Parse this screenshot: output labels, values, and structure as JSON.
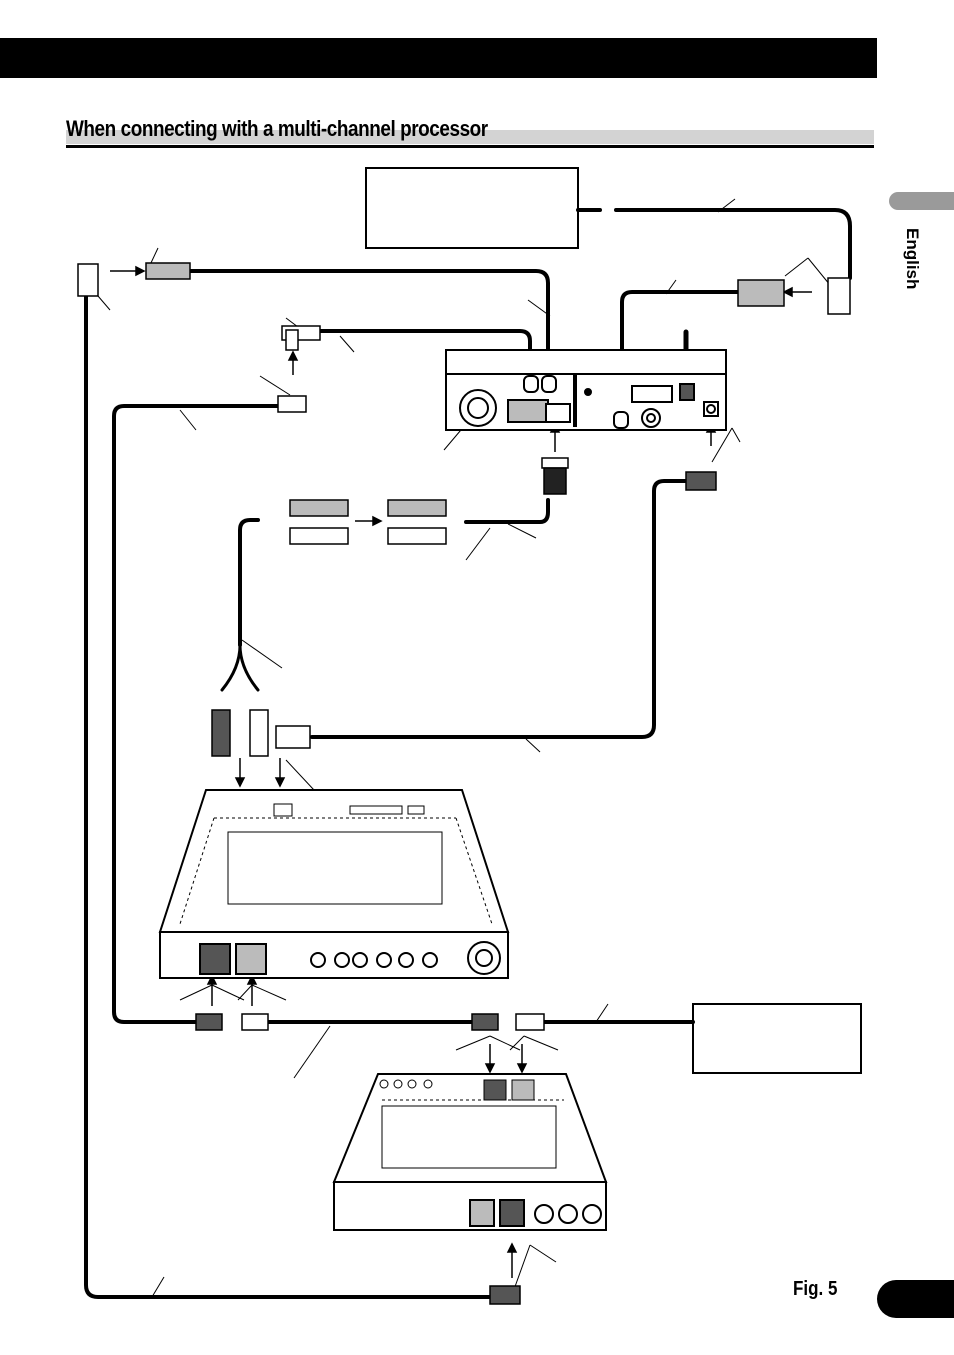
{
  "page": {
    "section_title": "When connecting with a multi-channel processor",
    "language_tab": "English",
    "figure_label": "Fig. 5"
  },
  "colors": {
    "ink": "#000000",
    "gray_tab": "#9a9a9a",
    "title_band": "#d3d3d3"
  }
}
